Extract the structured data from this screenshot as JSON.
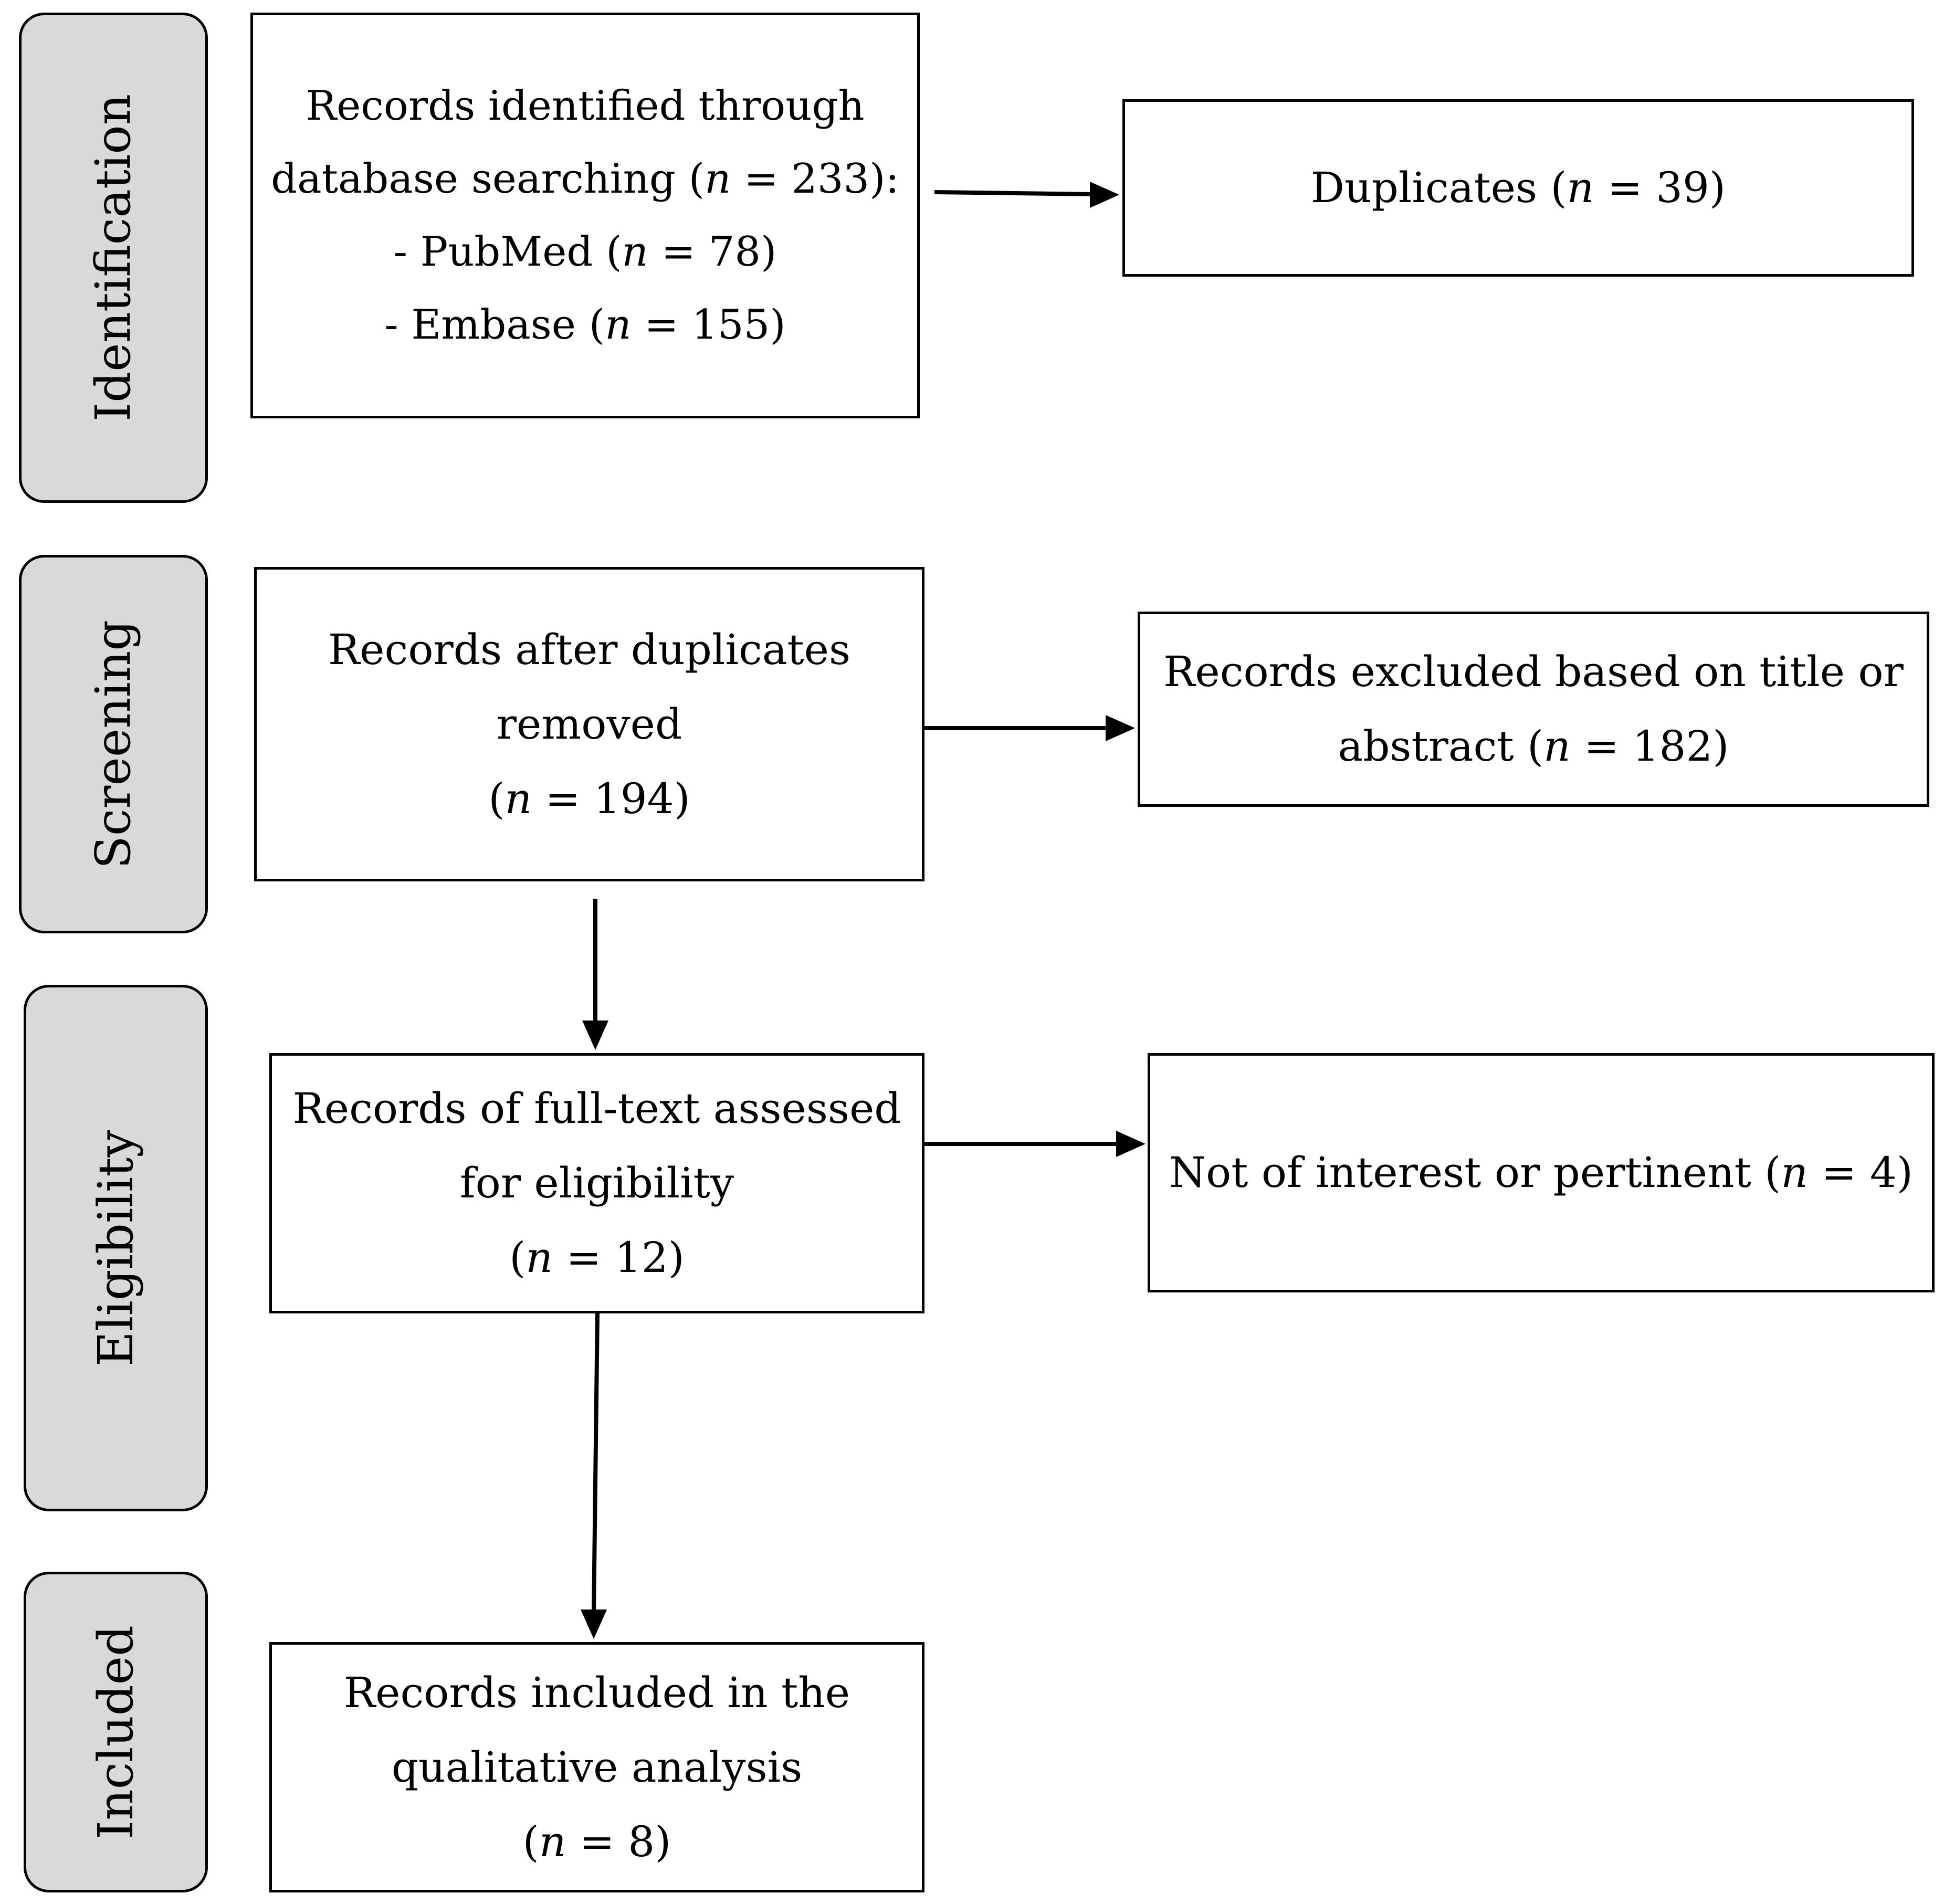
{
  "phases": {
    "identification": "Identification",
    "screening": "Screening",
    "eligibility": "Eligibility",
    "included": "Included"
  },
  "boxes": {
    "identified": {
      "line1": "Records identified through",
      "line2_pre": "database searching (",
      "n_symbol": "n",
      "line2_post": " = 233):",
      "line3_pre": "- PubMed (",
      "line3_post": " = 78)",
      "line4_pre": "- Embase (",
      "line4_post": " = 155)"
    },
    "duplicates": {
      "text_pre": "Duplicates (",
      "n_symbol": "n",
      "text_post": " = 39)"
    },
    "after_duplicates": {
      "line1": "Records after duplicates",
      "line2": "removed",
      "line3_pre": "(",
      "n_symbol": "n",
      "line3_post": " = 194)"
    },
    "excluded_title_abstract": {
      "line1": "Records excluded based on title or",
      "line2_pre": "abstract (",
      "n_symbol": "n",
      "line2_post": " = 182)"
    },
    "full_text": {
      "line1": "Records of full-text assessed",
      "line2": "for eligibility",
      "line3_pre": "(",
      "n_symbol": "n",
      "line3_post": " = 12)"
    },
    "not_of_interest": {
      "text_pre": "Not of interest or pertinent (",
      "n_symbol": "n",
      "text_post": " = 4)"
    },
    "included": {
      "line1": "Records included in the",
      "line2": "qualitative analysis",
      "line3_pre": "(",
      "n_symbol": "n",
      "line3_post": " = 8)"
    }
  }
}
